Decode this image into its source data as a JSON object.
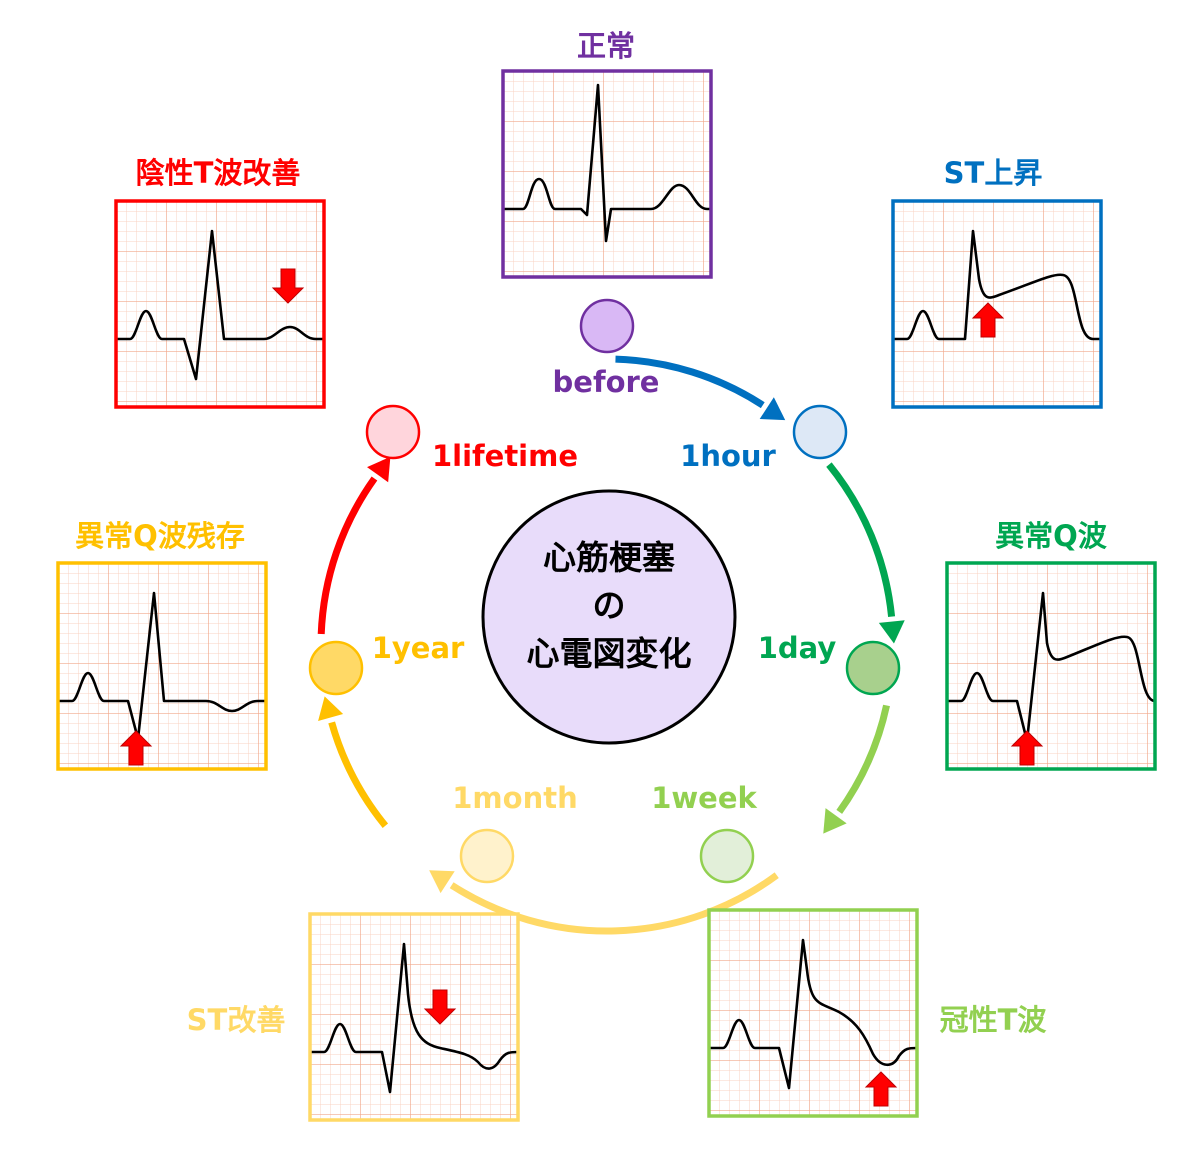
{
  "center": {
    "lines": [
      "心筋梗塞",
      "の",
      "心電図変化"
    ],
    "fill": "#e8dcfa"
  },
  "stages": [
    {
      "key": "normal",
      "time": "before",
      "ecg_label": "正常",
      "color": "#7030a0",
      "fill": "#d9b8f5",
      "marker": "none"
    },
    {
      "key": "st_up",
      "time": "1hour",
      "ecg_label": "ST上昇",
      "color": "#0070c0",
      "fill": "#dde8f6",
      "marker": "up"
    },
    {
      "key": "q_wave",
      "time": "1day",
      "ecg_label": "異常Q波",
      "color": "#00a651",
      "fill": "#a8d08d",
      "marker": "up"
    },
    {
      "key": "coronary_t",
      "time": "1week",
      "ecg_label": "冠性T波",
      "color": "#92d050",
      "fill": "#e2efd9",
      "marker": "up"
    },
    {
      "key": "st_improve",
      "time": "1month",
      "ecg_label": "ST改善",
      "color": "#ffd966",
      "fill": "#fff2cc",
      "marker": "down"
    },
    {
      "key": "q_residual",
      "time": "1year",
      "ecg_label": "異常Q波残存",
      "color": "#ffc000",
      "fill": "#ffd966",
      "marker": "up"
    },
    {
      "key": "t_improve",
      "time": "1lifetime",
      "ecg_label": "陰性T波改善",
      "color": "#ff0000",
      "fill": "#ffd5dc",
      "marker": "down"
    }
  ],
  "colors": {
    "grid_minor": "#f8d3c3",
    "grid_major": "#f1a98c",
    "trace": "#000000",
    "marker": "#ff0000"
  }
}
